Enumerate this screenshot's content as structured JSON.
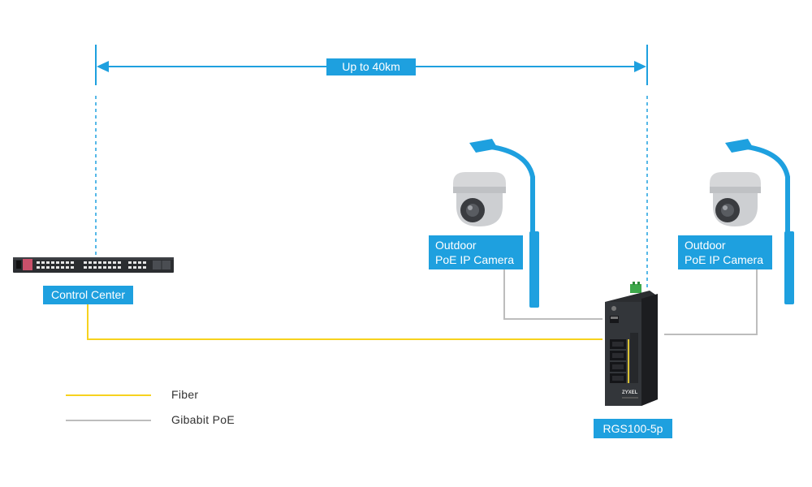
{
  "distance": {
    "label": "Up to 40km"
  },
  "nodes": {
    "control_center": {
      "label": "Control Center"
    },
    "camera_1": {
      "line1": "Outdoor",
      "line2": "PoE IP Camera"
    },
    "camera_2": {
      "line1": "Outdoor",
      "line2": "PoE IP Camera"
    },
    "switch": {
      "label": "RGS100-5p",
      "brand": "ZYXEL"
    }
  },
  "legend": {
    "fiber": {
      "label": "Fiber",
      "color": "#f7d21e"
    },
    "poe": {
      "label": "Gibabit PoE",
      "color": "#bdbdbd"
    }
  },
  "colors": {
    "accent": "#1ea0df",
    "device": "#2b2d30"
  },
  "icons": [
    "camera-icon",
    "street-pole-icon",
    "rack-switch-icon",
    "industrial-switch-icon"
  ]
}
